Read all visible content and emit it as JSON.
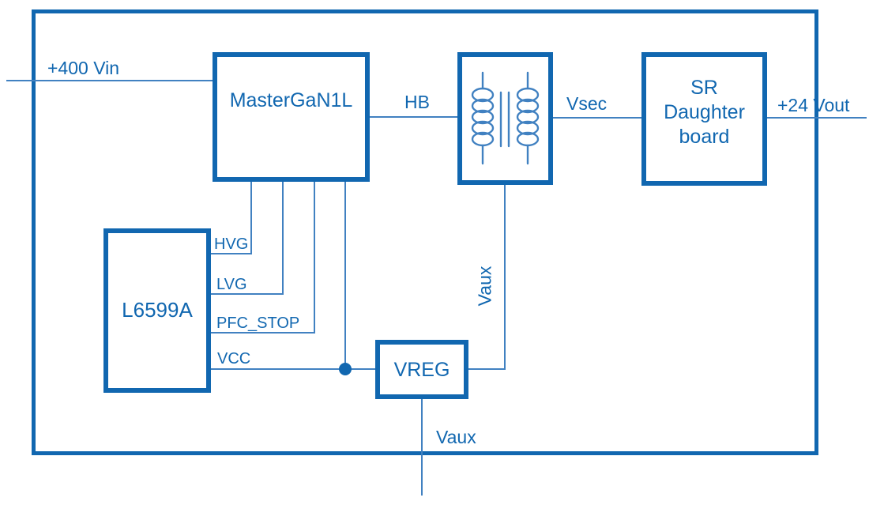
{
  "colors": {
    "primary": "#1167B0",
    "wire": "#4181C1"
  },
  "labels": {
    "vin": "+400 Vin",
    "vout": "+24 Vout",
    "hb": "HB",
    "vsec": "Vsec",
    "hvg": "HVG",
    "lvg": "LVG",
    "pfc_stop": "PFC_STOP",
    "vcc": "VCC",
    "vaux_transformer": "Vaux",
    "vaux_output": "Vaux"
  },
  "blocks": {
    "mastergan": {
      "label": "MasterGaN1L"
    },
    "transformer": {
      "icon": "transformer-coils"
    },
    "sr_daughter_board": {
      "lines": [
        "SR",
        "Daughter",
        "board"
      ]
    },
    "l6599a": {
      "label": "L6599A"
    },
    "vreg": {
      "label": "VREG"
    }
  }
}
